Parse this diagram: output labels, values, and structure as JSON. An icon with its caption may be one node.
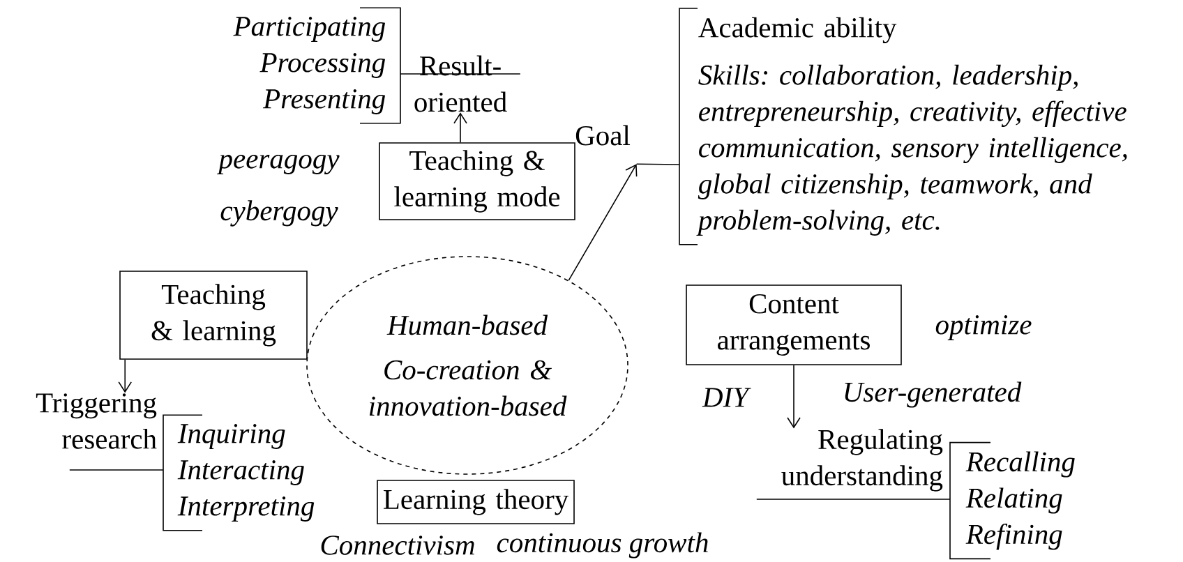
{
  "diagram": {
    "nodes": [
      {
        "text": [
          "Human-based",
          "Co-creation & innovation-based"
        ]
      },
      {
        "text": [
          "Teaching & learning mode"
        ]
      },
      {
        "text": [
          "Result-oriented"
        ]
      },
      {
        "text": [
          "Participating",
          "Processing",
          "Presenting"
        ]
      },
      {
        "text": [
          "Goal"
        ]
      },
      {
        "text": [
          "Academic ability",
          "Skills: collaboration, leadership, entrepreneurship, creativity, effective communication, sensory intelligence, global citizenship, teamwork, and problem-solving, etc."
        ]
      },
      {
        "text": [
          "Teaching & learning"
        ]
      },
      {
        "text": [
          "Triggering research"
        ]
      },
      {
        "text": [
          "Inquiring",
          "Interacting",
          "Interpreting"
        ]
      },
      {
        "text": [
          "Content arrangements"
        ]
      },
      {
        "text": [
          "Regulating understanding"
        ]
      },
      {
        "text": [
          "Recalling",
          "Relating",
          "Refining"
        ]
      },
      {
        "text": [
          "Learning theory"
        ]
      }
    ],
    "edges": [
      {
        "from": 1,
        "to": 2,
        "arrow": "to"
      },
      {
        "from": 3,
        "to": 2,
        "arrow": "none"
      },
      {
        "from": 0,
        "to": 4,
        "arrow": "to"
      },
      {
        "from": 4,
        "to": 5,
        "arrow": "none"
      },
      {
        "from": 6,
        "to": 7,
        "arrow": "to"
      },
      {
        "from": 7,
        "to": 8,
        "arrow": "none"
      },
      {
        "from": 9,
        "to": 10,
        "arrow": "to"
      },
      {
        "from": 10,
        "to": 11,
        "arrow": "none"
      }
    ],
    "labels": [
      "peeragogy",
      "cybergogy",
      "optimize",
      "DIY",
      "User-generated",
      "Connectivism",
      "continuous growth"
    ]
  }
}
